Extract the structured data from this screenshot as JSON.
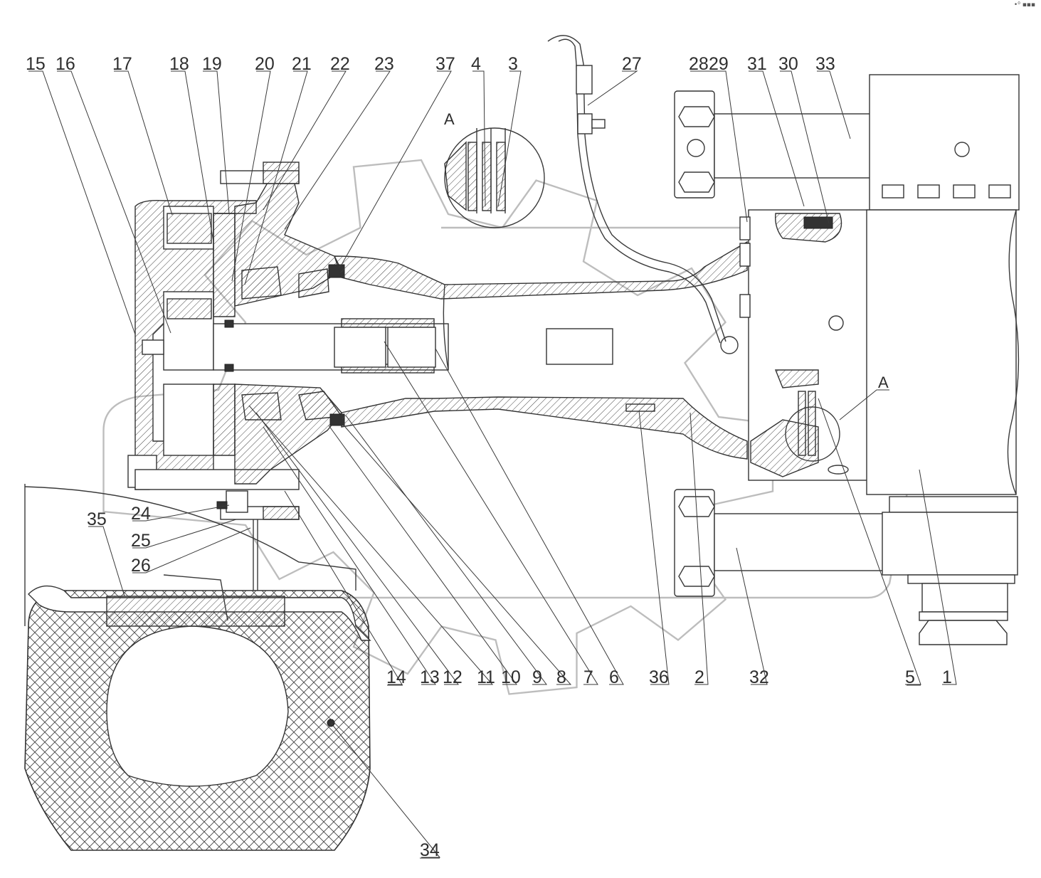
{
  "corner_mark": "•⁰ ▪▪▪",
  "section_mark": "A",
  "callouts": {
    "c15": "15",
    "c16": "16",
    "c17": "17",
    "c18": "18",
    "c19": "19",
    "c20": "20",
    "c21": "21",
    "c22": "22",
    "c23": "23",
    "c37": "37",
    "c4": "4",
    "c3": "3",
    "c27": "27",
    "c28": "28",
    "c29": "29",
    "c31": "31",
    "c30": "30",
    "c33": "33",
    "c35": "35",
    "c24": "24",
    "c25": "25",
    "c26": "26",
    "c14": "14",
    "c13": "13",
    "c12": "12",
    "c11": "11",
    "c10": "10",
    "c9": "9",
    "c8": "8",
    "c7": "7",
    "c6": "6",
    "c36": "36",
    "c2": "2",
    "c32": "32",
    "c5": "5",
    "c1": "1",
    "c34": "34"
  }
}
